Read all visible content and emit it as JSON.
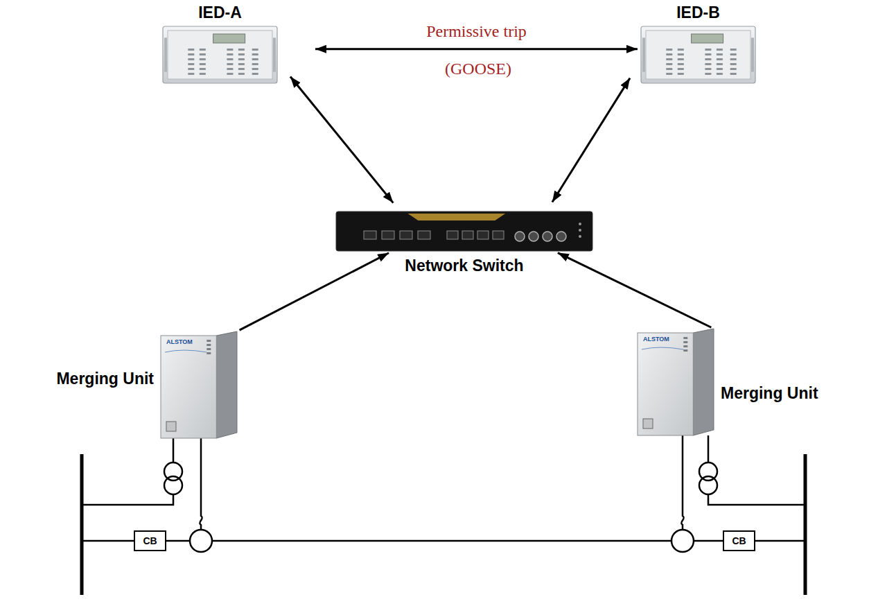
{
  "diagram": {
    "nodes": [
      {
        "text": [
          "IED-A"
        ]
      },
      {
        "text": [
          "IED-B"
        ]
      },
      {
        "text": [
          "Network Switch"
        ]
      },
      {
        "text": [
          "Merging Unit"
        ]
      },
      {
        "text": [
          "Merging Unit"
        ]
      },
      {
        "text": [
          "CB"
        ]
      },
      {
        "text": [
          "CB"
        ]
      }
    ],
    "edges": [
      {
        "from": 0,
        "to": 1,
        "arrow": "both",
        "label": "Permissive trip"
      },
      {
        "from": 0,
        "to": 2,
        "arrow": "both"
      },
      {
        "from": 1,
        "to": 2,
        "arrow": "both"
      },
      {
        "from": 3,
        "to": 2,
        "arrow": "to"
      },
      {
        "from": 4,
        "to": 2,
        "arrow": "to"
      },
      {
        "from": 5,
        "to": 6,
        "arrow": "none"
      }
    ],
    "labels": [
      "(GOOSE)",
      "ALSTOM",
      "ALSTOM"
    ]
  }
}
